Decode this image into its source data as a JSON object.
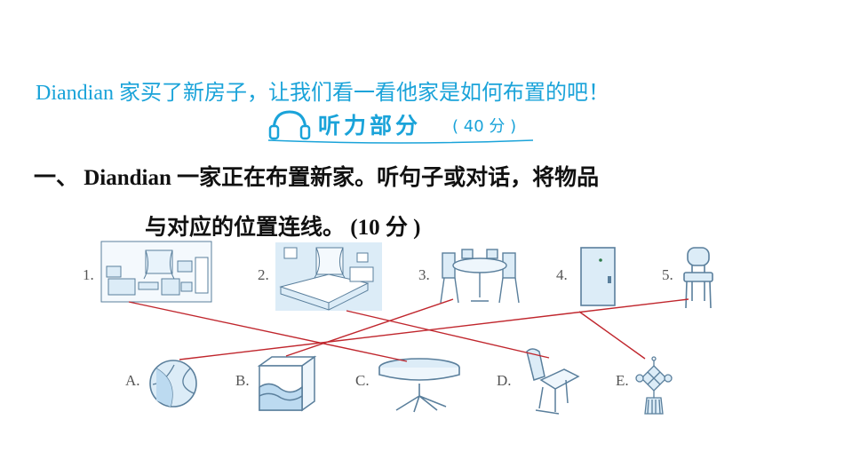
{
  "intro_text": "Diandian 家买了新房子，让我们看一看他家是如何布置的吧！",
  "banner": {
    "title": "听力部分",
    "score": "( 40 分 )",
    "icon": "headphones-icon"
  },
  "question": {
    "line1": "一、 Diandian 一家正在布置新家。听句子或对话，将物品",
    "line2": "与对应的位置连线。 (10 分 )"
  },
  "top_items": [
    {
      "label": "1.",
      "icon": "living-room-scene"
    },
    {
      "label": "2.",
      "icon": "bedroom-scene"
    },
    {
      "label": "3.",
      "icon": "dining-table-chairs"
    },
    {
      "label": "4.",
      "icon": "door"
    },
    {
      "label": "5.",
      "icon": "chair"
    }
  ],
  "bottom_items": [
    {
      "label": "A.",
      "icon": "ball"
    },
    {
      "label": "B.",
      "icon": "box"
    },
    {
      "label": "C.",
      "icon": "round-table"
    },
    {
      "label": "D.",
      "icon": "school-desk-chair"
    },
    {
      "label": "E.",
      "icon": "chinese-knot"
    }
  ],
  "connections": [
    [
      "1",
      "C"
    ],
    [
      "2",
      "D"
    ],
    [
      "3",
      "B"
    ],
    [
      "4",
      "E"
    ],
    [
      "5",
      "A"
    ]
  ],
  "colors": {
    "title_blue": "#1aa3d9",
    "line_red": "#c0262d",
    "illustration_fill": "#dcecf7",
    "illustration_stroke": "#5a7f9c"
  }
}
